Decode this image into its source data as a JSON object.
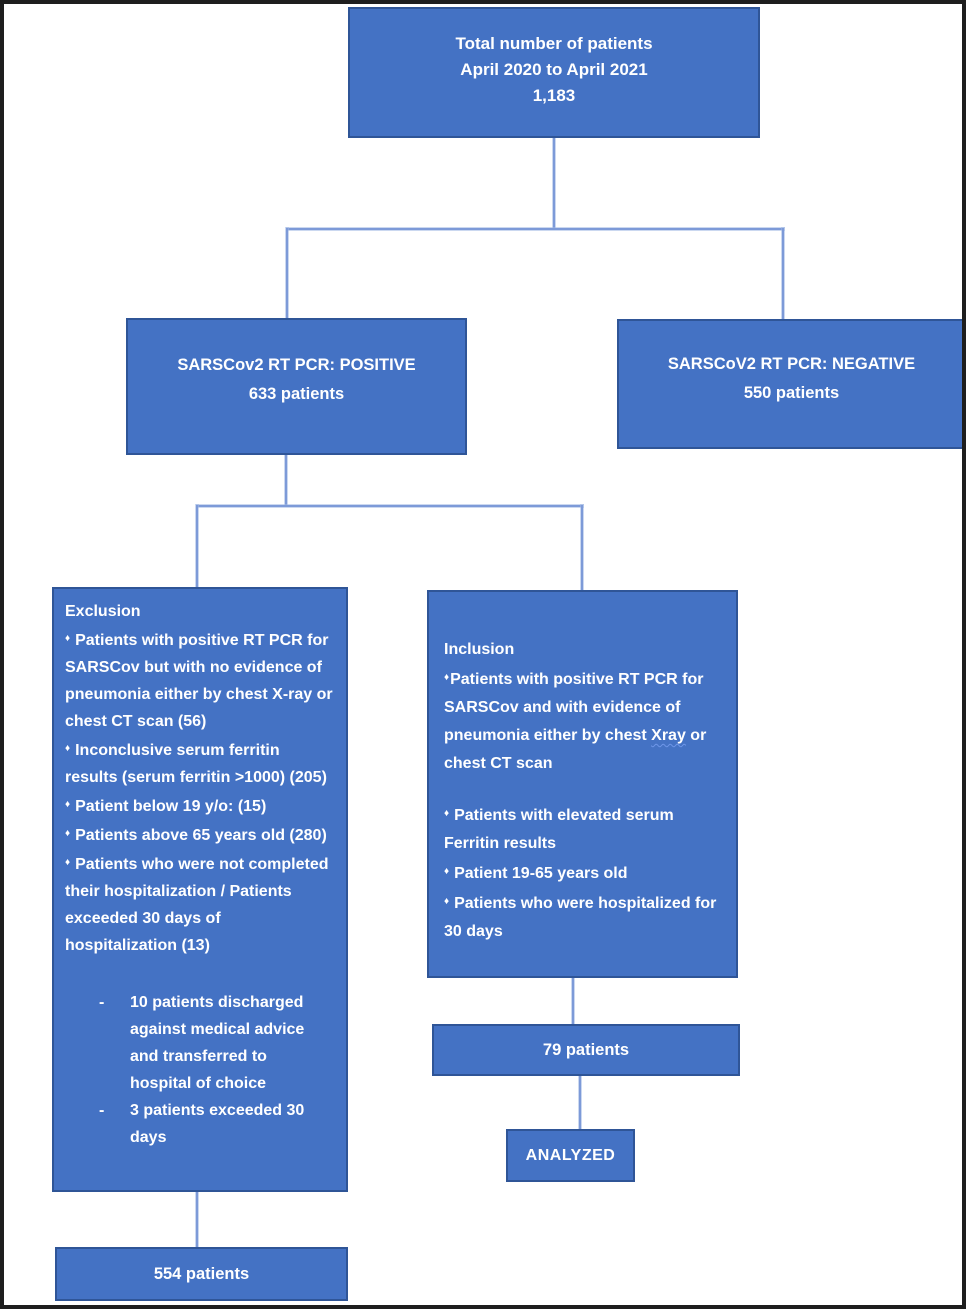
{
  "glyphs": {
    "bullet": "♦",
    "dash": "-"
  },
  "colors": {
    "box_fill": "#4472C4",
    "box_border": "#2F5597",
    "connector": "#7D9AD8",
    "frame": "#1E1E1E",
    "text": "#FFFFFF"
  },
  "boxes": {
    "total": {
      "line1": "Total number of patients",
      "line2": "April 2020 to April 2021",
      "line3": "1,183"
    },
    "positive": {
      "line1": "SARSCov2 RT PCR: POSITIVE",
      "line2": "633 patients"
    },
    "negative": {
      "line1": "SARSCoV2 RT PCR: NEGATIVE",
      "line2": "550 patients"
    },
    "exclusion": {
      "title": "Exclusion",
      "bullets": [
        "Patients with positive RT PCR for SARSCov but with no evidence of pneumonia either by chest X-ray or chest CT scan (56)",
        "Inconclusive serum ferritin results (serum ferritin >1000) (205)",
        "Patient below 19 y/o: (15)",
        "Patients above 65 years old (280)",
        "Patients who were not completed their hospitalization / Patients exceeded 30 days of hospitalization (13)"
      ],
      "sub_items": [
        "10 patients discharged against medical advice and transferred to hospital of choice",
        "3 patients exceeded 30 days"
      ]
    },
    "inclusion": {
      "title": "Inclusion",
      "bullet1_part1": "Patients with positive RT PCR for SARSCov and with evidence of pneumonia either by chest ",
      "bullet1_word": "Xray",
      "bullet1_part2": " or chest CT scan",
      "bullets2": [
        "Patients with elevated serum Ferritin results",
        "Patient 19-65 years old",
        "Patients who were hospitalized for 30 days"
      ]
    },
    "patients79": {
      "label": "79 patients"
    },
    "analyzed": {
      "label": "ANALYZED"
    },
    "patients554": {
      "label": "554 patients"
    }
  }
}
